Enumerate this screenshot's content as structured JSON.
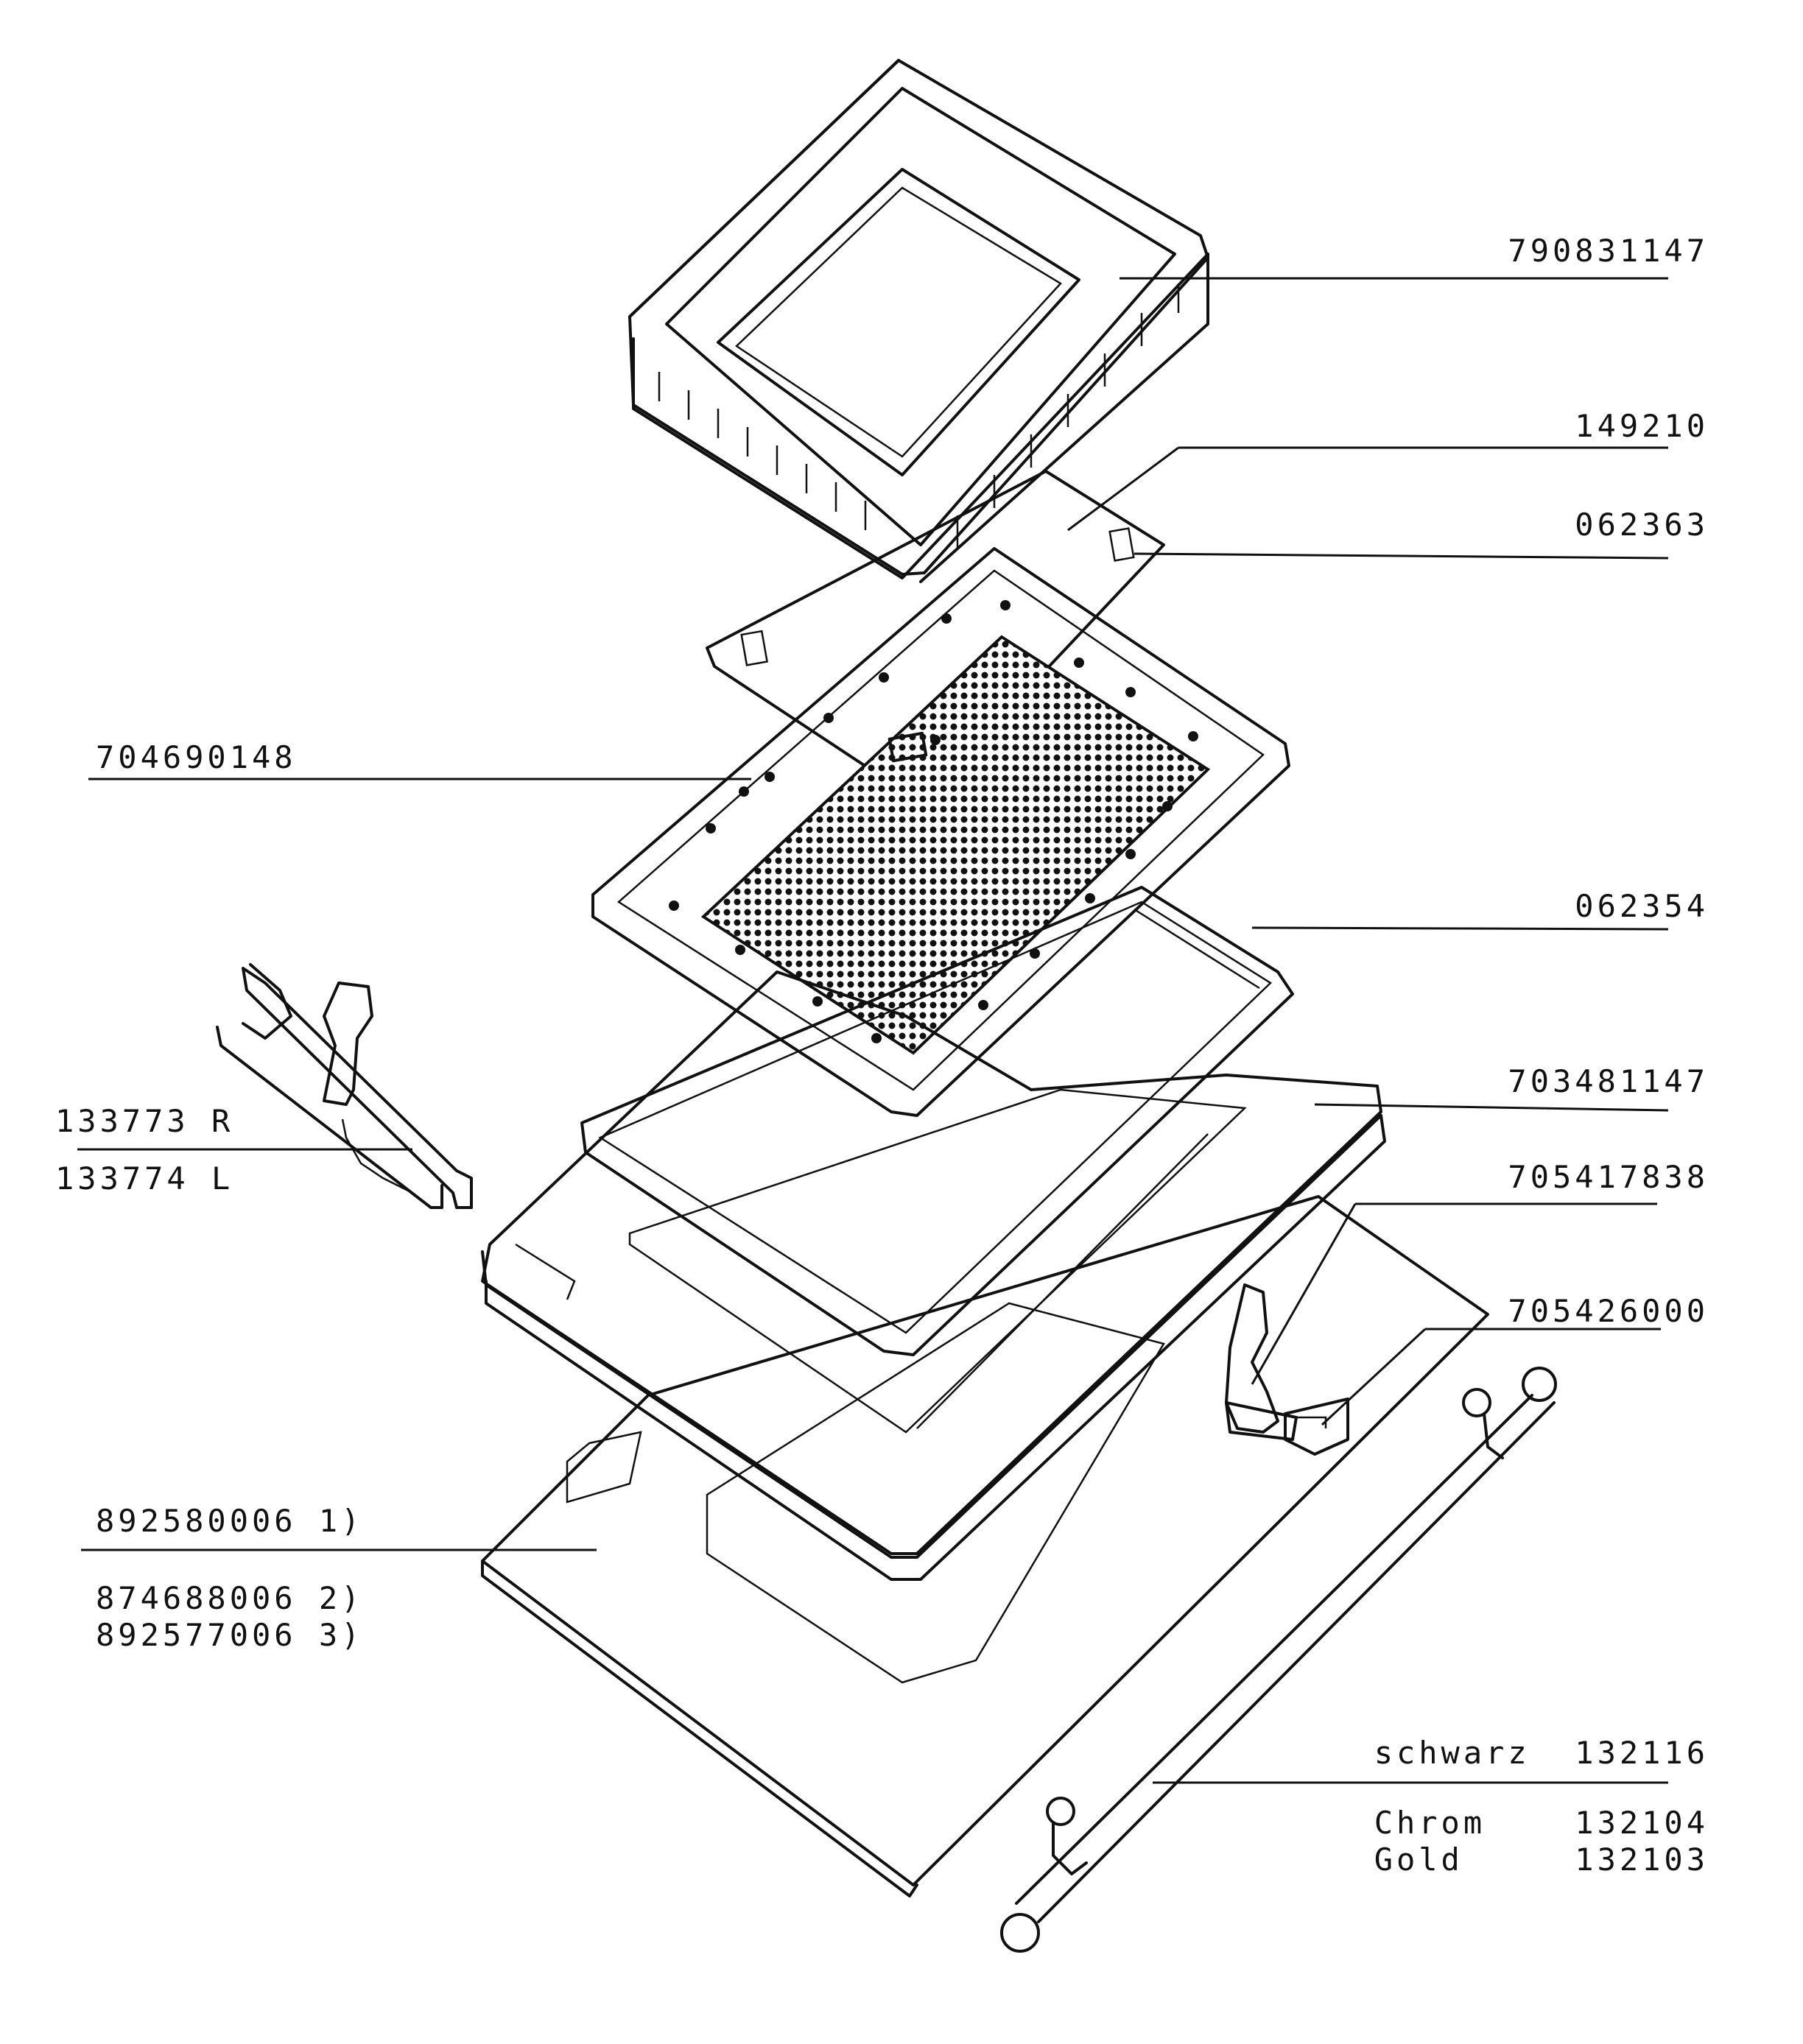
{
  "labels": {
    "p790831147": "790831147",
    "p149210": "149210",
    "p062363": "062363",
    "p704690148": "704690148",
    "p062354": "062354",
    "p703481147": "703481147",
    "p133773": "133773 R",
    "p133774": "133774 L",
    "p705417838": "705417838",
    "p705426000": "705426000",
    "p892580006": "892580006 1)",
    "p874688006": "874688006 2)",
    "p892577006": "892577006 3)",
    "handle_schwarz": "schwarz  132116",
    "handle_chrom": "Chrom    132104",
    "handle_gold": "Gold     132103"
  }
}
